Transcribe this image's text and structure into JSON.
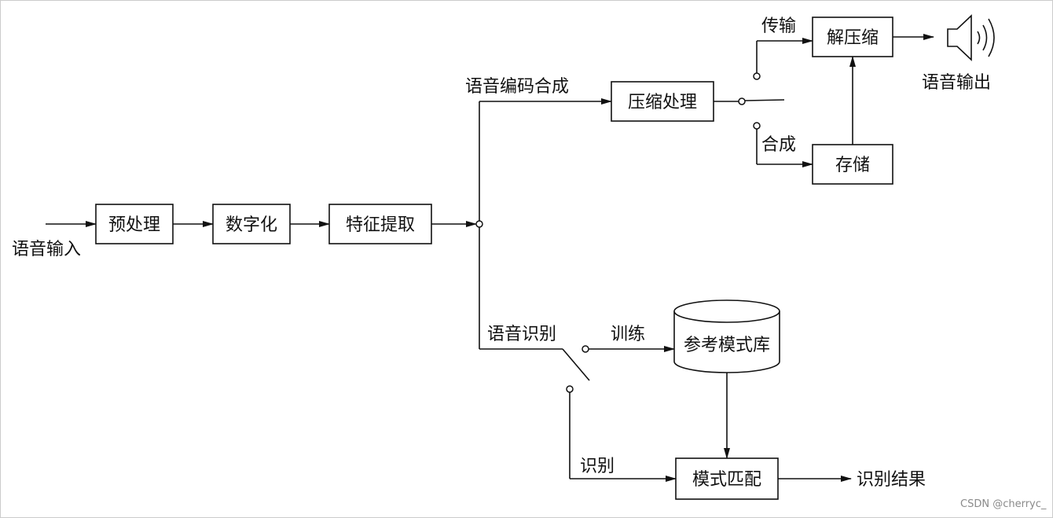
{
  "nodes": {
    "preprocess": "预处理",
    "digitize": "数字化",
    "feature_extract": "特征提取",
    "compress": "压缩处理",
    "decompress": "解压缩",
    "storage": "存储",
    "reference_db": "参考模式库",
    "pattern_match": "模式匹配"
  },
  "labels": {
    "speech_input": "语音输入",
    "speech_coding": "语音编码合成",
    "transmit": "传输",
    "synthesize": "合成",
    "speech_output": "语音输出",
    "speech_recognition": "语音识别",
    "train": "训练",
    "recognize": "识别",
    "recognition_result": "识别结果"
  },
  "icons": {
    "speaker": "speaker-icon"
  },
  "watermark": "CSDN @cherryc_"
}
